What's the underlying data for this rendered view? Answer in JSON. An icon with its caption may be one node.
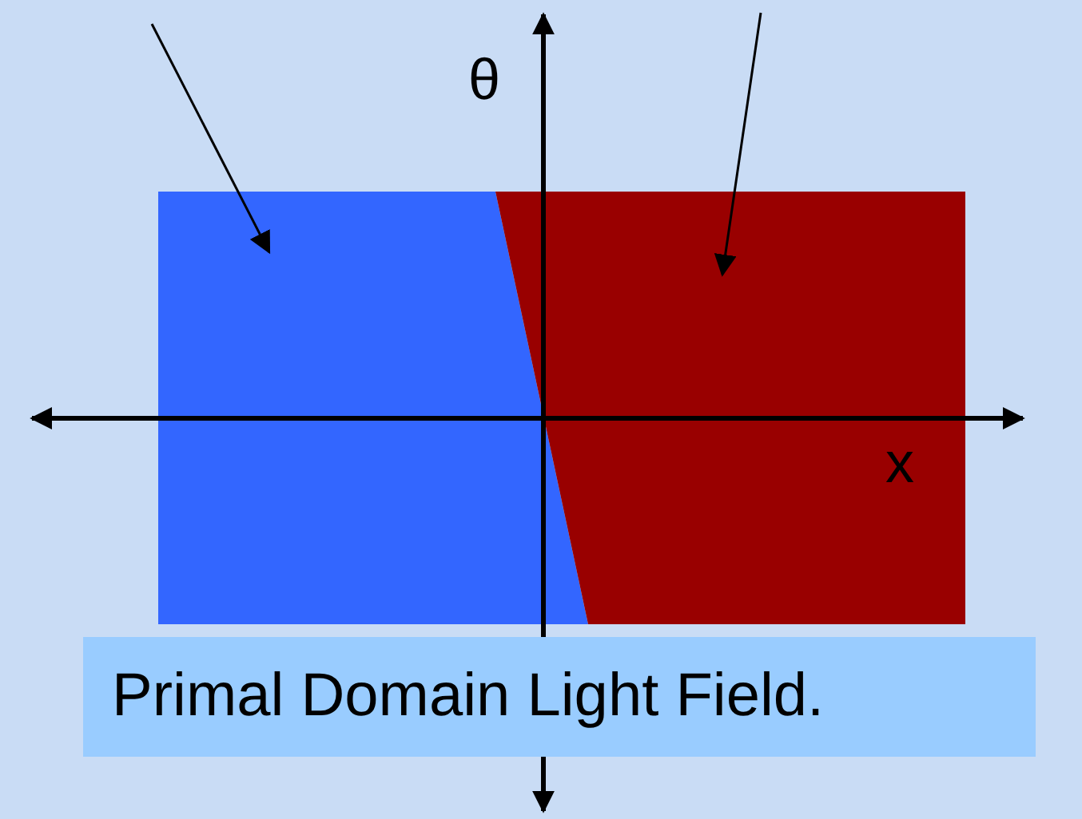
{
  "diagram": {
    "nodes": [
      {
        "text": [],
        "shape": "box"
      },
      {
        "text": [],
        "shape": "box"
      },
      {
        "text": [
          "Primal Domain Light Field."
        ]
      }
    ],
    "edges": [
      {
        "from": null,
        "to": 0,
        "arrow": "to"
      },
      {
        "from": null,
        "to": 1,
        "arrow": "to"
      }
    ],
    "labels": [
      "θ",
      "x"
    ]
  }
}
